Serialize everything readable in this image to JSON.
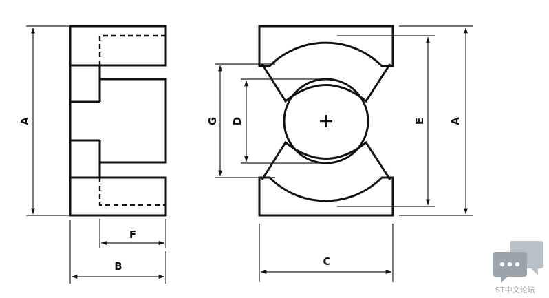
{
  "labels": {
    "A_side": "A",
    "B": "B",
    "F": "F",
    "G": "G",
    "D": "D",
    "E": "E",
    "A_front": "A",
    "C": "C"
  },
  "watermark": {
    "text": "ST中文论坛",
    "icon": "chat-bubbles-icon",
    "color": "#9aa4ad"
  }
}
